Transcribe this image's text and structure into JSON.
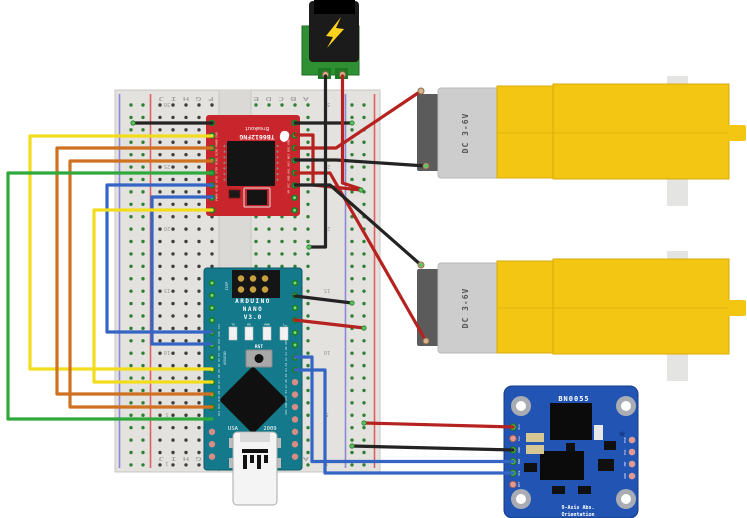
{
  "breadboard": {
    "letters_left": "F G H I J",
    "letters_right": "A B C D E",
    "row_numbers": [
      "30",
      "25",
      "20",
      "15",
      "10",
      "5",
      "1"
    ]
  },
  "motor_driver": {
    "line1": "TB6612FNG",
    "line2": "Breakout",
    "pins_left": "PWMA AIN2 AIN1 STBY BIN1 BIN2 PWMB GND",
    "pins_right": "VM VCC GND A01 A02 B02 B01 GND"
  },
  "arduino": {
    "line1": "ARDUINO",
    "line2": "NANO",
    "line3": "V3.0",
    "icsp_label": "ICSP",
    "led_labels": [
      "TX",
      "RX",
      "PWR",
      "L"
    ],
    "reset_label": "RST",
    "vertical_label": "ARDUINO",
    "usa": "USA",
    "year": "2009",
    "pins_left": "D12 D11 D10 D9 D8 D7 D6 D5 D4 D3 D2 GND RST RX0 TX1",
    "pins_right": "VIN GND RST 5V A7 A6 A5 A4 A3 A2 A1 A0 REF 3V3 D13"
  },
  "motors": [
    {
      "label": "DC 3-6V"
    },
    {
      "label": "DC 3-6V"
    }
  ],
  "bno055": {
    "title": "BN0055",
    "subtitle1": "9-Axis Abs.",
    "subtitle2": "Orientation",
    "left_pins": [
      "Vin",
      "3vo",
      "GND",
      "SDA",
      "SCL",
      "RST"
    ],
    "right_pins": [
      "PS0",
      "PS1",
      "INT",
      "ADR"
    ]
  },
  "colors": {
    "wire_red": "#b5221f",
    "wire_black": "#232323",
    "wire_yellow": "#f2dc1e",
    "wire_orange": "#cf7120",
    "wire_green": "#2fa83c",
    "wire_blue": "#3565c4",
    "board_red": "#c8262c",
    "board_teal": "#14798a",
    "board_blue": "#2254b4",
    "pcb_green": "#2e8f33",
    "motor_yellow": "#f3c613",
    "motor_silver": "#cdcdcd",
    "motor_cap": "#5b5b5b"
  }
}
